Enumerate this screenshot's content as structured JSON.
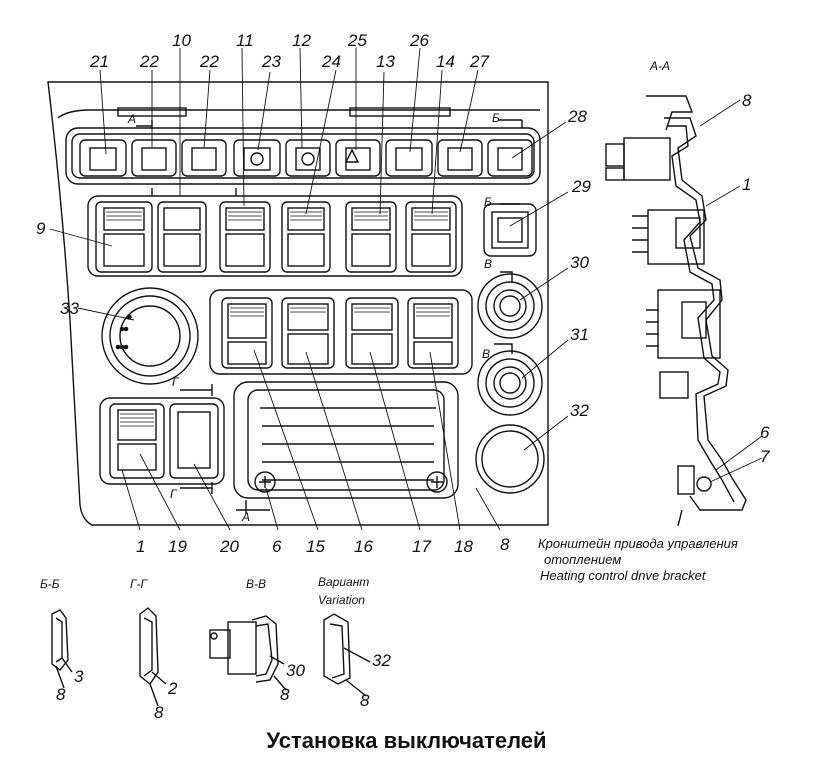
{
  "title": "Установка выключателей",
  "callouts": {
    "c21": "21",
    "c22a": "22",
    "c10": "10",
    "c22b": "22",
    "c11": "11",
    "c23": "23",
    "c12": "12",
    "c24": "24",
    "c25": "25",
    "c13": "13",
    "c26": "26",
    "c14": "14",
    "c27": "27",
    "c28": "28",
    "c29": "29",
    "c9": "9",
    "c30": "30",
    "c33": "33",
    "c31": "31",
    "c32": "32",
    "b1": "1",
    "b19": "19",
    "b20": "20",
    "b6": "6",
    "b15": "15",
    "b16": "16",
    "b17": "17",
    "b18": "18",
    "b8": "8",
    "r8": "8",
    "r1": "1",
    "r6": "6",
    "r7": "7",
    "s3": "3",
    "s8a": "8",
    "s2": "2",
    "s8b": "8",
    "s30": "30",
    "s8c": "8",
    "s32": "32",
    "s8d": "8"
  },
  "sections": {
    "aa": "А-А",
    "a_top": "А",
    "a_bot": "А",
    "b_top": "Б",
    "b_mid": "Б",
    "v1": "В",
    "v2": "В",
    "g1": "Г",
    "g2": "Г",
    "bb": "Б-Б",
    "gg": "Г-Г",
    "vv": "В-В",
    "var_ru": "Вариант",
    "var_en": "Variation"
  },
  "bracket_note": {
    "ru_line1": "Кронштейн привода управления",
    "ru_line2": "отоплением",
    "en": "Heating control dnve bracket"
  }
}
